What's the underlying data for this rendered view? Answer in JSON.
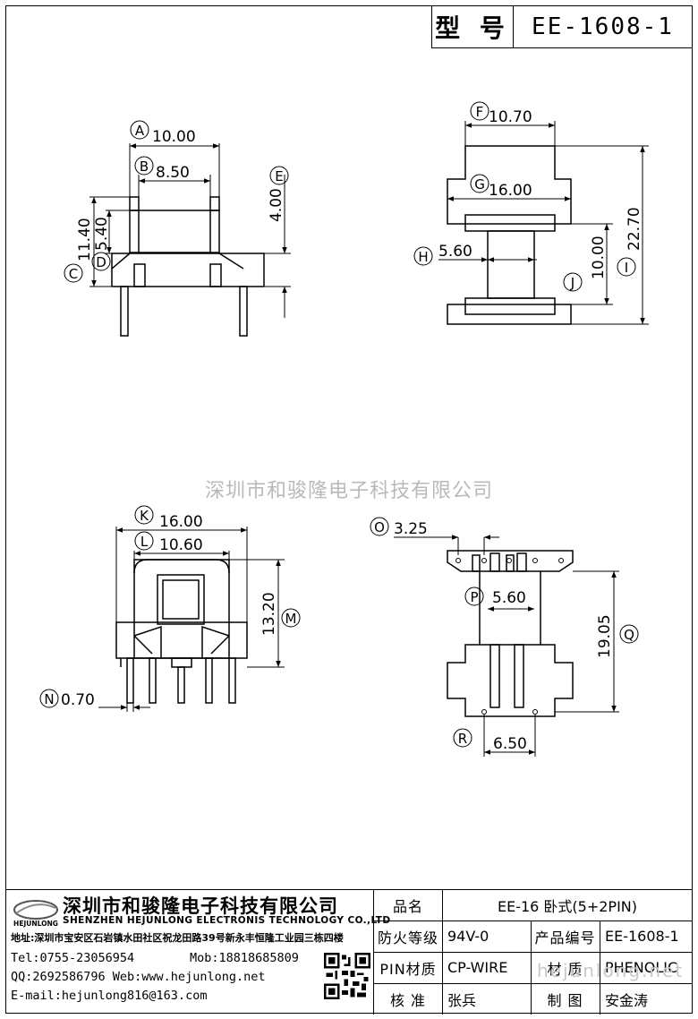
{
  "header": {
    "model_label": "型 号",
    "model_value": "EE-1608-1"
  },
  "watermark": "深圳市和骏隆电子科技有限公司",
  "watermark2": "hejunlong.net",
  "dims": {
    "A": {
      "letter": "A",
      "value": "10.00"
    },
    "B": {
      "letter": "B",
      "value": "8.50"
    },
    "C": {
      "letter": "C",
      "value": "11.40"
    },
    "D": {
      "letter": "D",
      "value": "5.40"
    },
    "E": {
      "letter": "E",
      "value": "4.00"
    },
    "F": {
      "letter": "F",
      "value": "10.70"
    },
    "G": {
      "letter": "G",
      "value": "16.00"
    },
    "H": {
      "letter": "H",
      "value": "5.60"
    },
    "I": {
      "letter": "I",
      "value": "22.70"
    },
    "J": {
      "letter": "J",
      "value": "10.00"
    },
    "K": {
      "letter": "K",
      "value": "16.00"
    },
    "L": {
      "letter": "L",
      "value": "10.60"
    },
    "M": {
      "letter": "M",
      "value": "13.20"
    },
    "N": {
      "letter": "N",
      "value": "0.70"
    },
    "O": {
      "letter": "O",
      "value": "3.25"
    },
    "P": {
      "letter": "P",
      "value": "5.60"
    },
    "Q": {
      "letter": "Q",
      "value": "19.05"
    },
    "R": {
      "letter": "R",
      "value": "6.50"
    }
  },
  "company": {
    "logo_text": "HEJUNLONG",
    "cn_name": "深圳市和骏隆电子科技有限公司",
    "en_name": "SHENZHEN HEJUNLONG ELECTRONIS TECHNOLOGY CO.,LTD",
    "address": "地址:深圳市宝安区石岩镇水田社区祝龙田路39号新永丰恒隆工业园三栋四楼",
    "tel": "Tel:0755-23056954",
    "mob": "Mob:18818685809",
    "qq": "QQ:2692586796 Web:www.hejunlong.net",
    "email": "E-mail:hejunlong816@163.com"
  },
  "spec": {
    "name_label": "品名",
    "name_value": "EE-16 卧式(5+2PIN)",
    "fire_label": "防火等级",
    "fire_value": "94V-0",
    "code_label": "产品编号",
    "code_value": "EE-1608-1",
    "pin_label": "PIN材质",
    "pin_value": "CP-WIRE",
    "material_label": "材 质",
    "material_value": "PHENOLIC",
    "check_label": "核 准",
    "check_value": "张兵",
    "draw_label": "制 图",
    "draw_value": "安金涛"
  }
}
